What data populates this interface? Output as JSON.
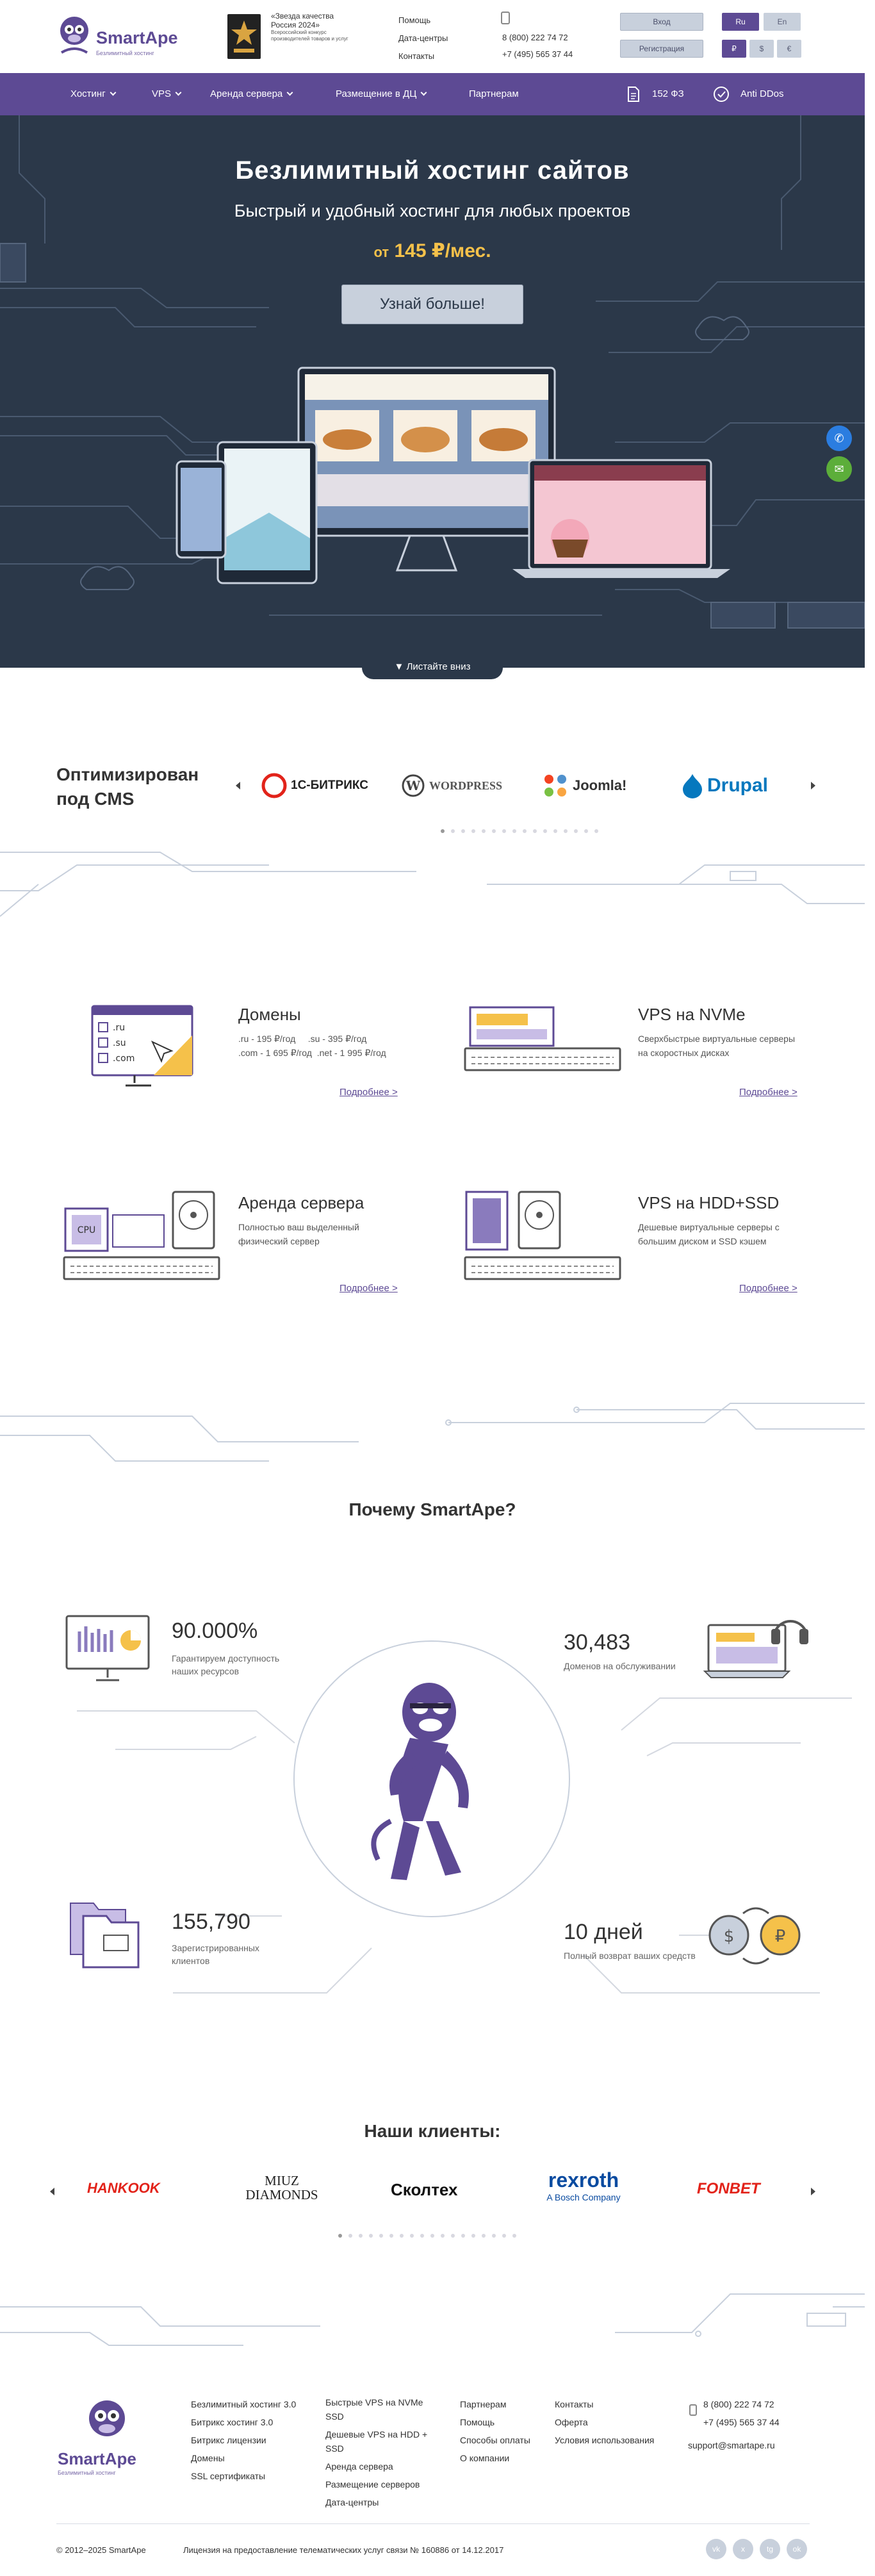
{
  "header": {
    "logo_name": "SmartApe",
    "logo_tagline": "Безлимитный хостинг",
    "award_title": "«Звезда качества Россия 2024»",
    "award_sub": "Всероссийский конкурс производителей товаров и услуг",
    "links": [
      "Помощь",
      "Дата-центры",
      "Контакты"
    ],
    "phones": [
      "8 (800) 222 74 72",
      "+7 (495) 565 37 44"
    ],
    "login_label": "Вход",
    "register_label": "Регистрация",
    "lang_ru": "Ru",
    "lang_en": "En",
    "cur_rub": "₽",
    "cur_usd": "$",
    "cur_eur": "€"
  },
  "nav": {
    "items": [
      "Хостинг",
      "VPS",
      "Аренда сервера",
      "Размещение в ДЦ",
      "Партнерам"
    ],
    "law": "152 ФЗ",
    "ddos": "Anti DDos"
  },
  "hero": {
    "title": "Безлимитный хостинг сайтов",
    "subtitle": "Быстрый и удобный хостинг для любых проектов",
    "price_prefix": "от",
    "price": "145 ₽/мес.",
    "cta": "Узнай больше!",
    "scroll": "Листайте вниз"
  },
  "cms": {
    "title_line1": "Оптимизирован",
    "title_line2": "под CMS",
    "logos": [
      "1С-БИТРИКС",
      "WORDPRESS",
      "Joomla!",
      "Drupal"
    ]
  },
  "services": [
    {
      "title": "Домены",
      "lines": [
        ".ru - 195 ₽/год     .su - 395 ₽/год",
        ".com - 1 695 ₽/год  .net - 1 995 ₽/год"
      ],
      "more": "Подробнее >"
    },
    {
      "title": "VPS на NVMe",
      "lines": [
        "Сверхбыстрые виртуальные серверы",
        "на скоростных дисках"
      ],
      "more": "Подробнее >"
    },
    {
      "title": "Аренда сервера",
      "lines": [
        "Полностью ваш выделенный",
        "физический сервер"
      ],
      "more": "Подробнее >"
    },
    {
      "title": "VPS на HDD+SSD",
      "lines": [
        "Дешевые виртуальные серверы с",
        "большим диском и SSD кэшем"
      ],
      "more": "Подробнее >"
    }
  ],
  "domain_icon": {
    "l1": ".ru",
    "l2": ".su",
    "l3": ".com"
  },
  "cpu_label": "CPU",
  "why": {
    "title": "Почему SmartApe?",
    "stats": [
      {
        "value": "90.000%",
        "text": [
          "Гарантируем доступность",
          "наших ресурсов"
        ]
      },
      {
        "value": "30,483",
        "text": [
          "Доменов на обслуживании"
        ]
      },
      {
        "value": "155,790",
        "text": [
          "Зарегистрированных",
          "клиентов"
        ]
      },
      {
        "value": "10 дней",
        "text": [
          "Полный возврат ваших средств"
        ]
      }
    ]
  },
  "clients": {
    "title": "Наши клиенты:",
    "logos": [
      "HANKOOK",
      "MIUZ DIAMONDS",
      "Сколтех",
      "rexroth",
      "A Bosch Company",
      "FONBET"
    ]
  },
  "footer": {
    "logo_name": "SmartApe",
    "logo_tagline": "Безлимитный хостинг",
    "col1": [
      "Безлимитный хостинг 3.0",
      "Битрикс хостинг 3.0",
      "Битрикс лицензии",
      "Домены",
      "SSL сертификаты"
    ],
    "col2": [
      "Быстрые VPS на NVMe SSD",
      "Дешевые VPS на HDD + SSD",
      "Аренда сервера",
      "Размещение серверов",
      "Дата-центры"
    ],
    "col3": [
      "Партнерам",
      "Помощь",
      "Способы оплаты",
      "О компании"
    ],
    "col4": [
      "Контакты",
      "Оферта",
      "Условия использования"
    ],
    "phones": [
      "8 (800) 222 74 72",
      "+7 (495) 565 37 44"
    ],
    "email": "support@smartape.ru",
    "copyright": "© 2012–2025 SmartApe",
    "license": "Лицензия на предоставление телематических услуг связи № 160886 от 14.12.2017",
    "social": [
      "vk",
      "x",
      "tg",
      "ok"
    ]
  },
  "colors": {
    "brand": "#5d4a94",
    "hero_bg": "#2b3849",
    "price": "#f5c14a",
    "button_grey": "#c8d0dc"
  }
}
